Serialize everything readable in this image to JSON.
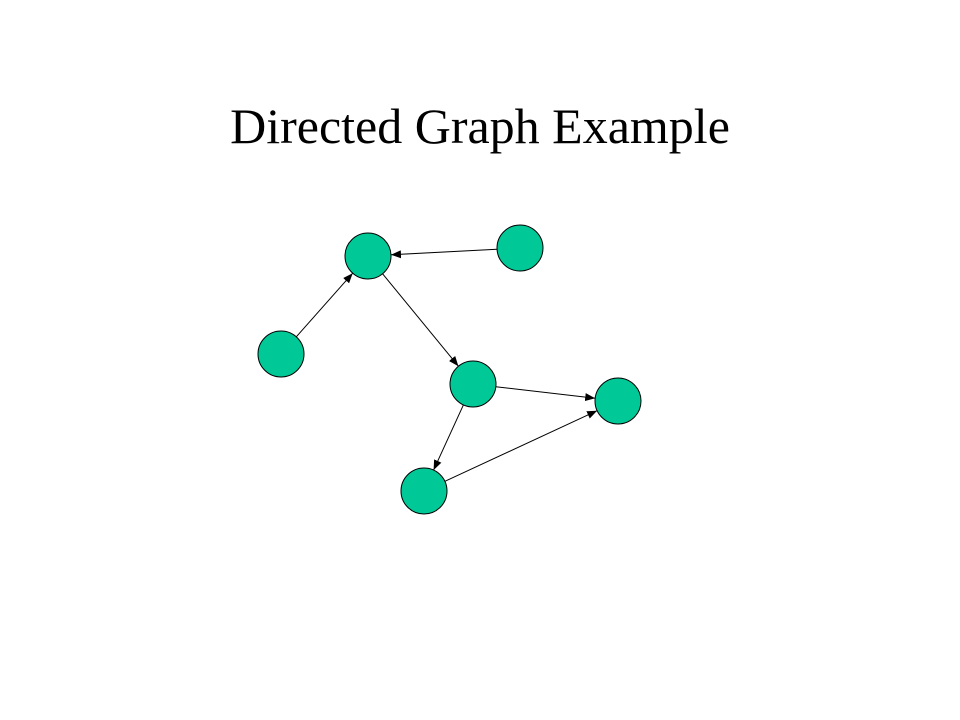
{
  "slide": {
    "title": "Directed Graph Example"
  },
  "graph": {
    "directed": true,
    "node_color": "#00C896",
    "edge_color": "#000000",
    "nodes": [
      {
        "id": "n1"
      },
      {
        "id": "n2"
      },
      {
        "id": "n3"
      },
      {
        "id": "n4"
      },
      {
        "id": "n5"
      },
      {
        "id": "n6"
      }
    ],
    "edges": [
      {
        "from": "n2",
        "to": "n1"
      },
      {
        "from": "n3",
        "to": "n1"
      },
      {
        "from": "n1",
        "to": "n4"
      },
      {
        "from": "n4",
        "to": "n5"
      },
      {
        "from": "n4",
        "to": "n6"
      },
      {
        "from": "n6",
        "to": "n5"
      }
    ]
  }
}
